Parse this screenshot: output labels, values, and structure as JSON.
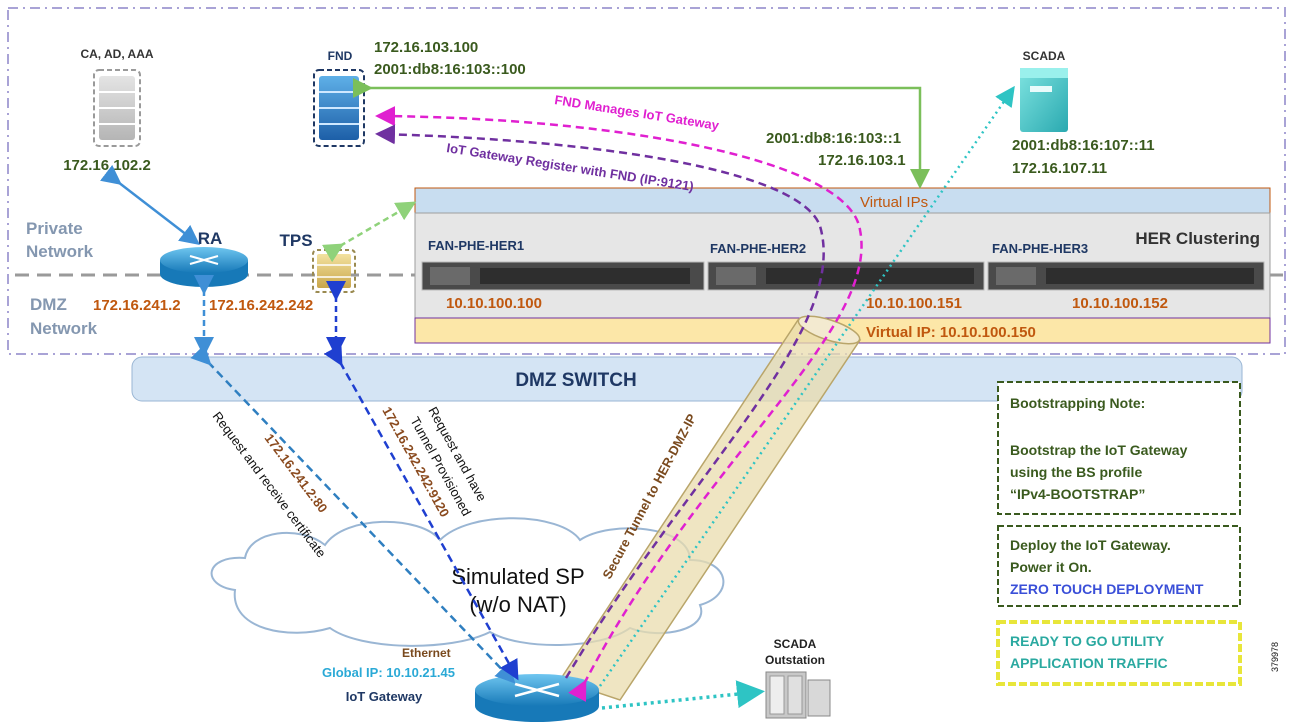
{
  "devices": {
    "ca": "CA, AD, AAA",
    "ca_ip": "172.16.102.2",
    "fnd": "FND",
    "fnd_ipv4": "172.16.103.100",
    "fnd_ipv6": "2001:db8:16:103::100",
    "scada": "SCADA",
    "scada_ipv6": "2001:db8:16:107::11",
    "scada_ipv4": "172.16.107.11",
    "ra": "RA",
    "ra_ip": "172.16.241.2",
    "tps": "TPS",
    "tps_ip": "172.16.242.242",
    "her_ipv6": "2001:db8:16:103::1",
    "her_ipv4": "172.16.103.1",
    "iot_gateway": "IoT Gateway",
    "ethernet": "Ethernet",
    "global_ip": "Global IP: 10.10.21.45",
    "scada_outstation_1": "SCADA",
    "scada_outstation_2": "Outstation"
  },
  "zones": {
    "private_1": "Private",
    "private_2": "Network",
    "dmz_1": "DMZ",
    "dmz_2": "Network"
  },
  "her": {
    "virtual_ips": "Virtual IPs",
    "clustering": "HER Clustering",
    "her1": "FAN-PHE-HER1",
    "her2": "FAN-PHE-HER2",
    "her3": "FAN-PHE-HER3",
    "her1_ip": "10.10.100.100",
    "her2_ip": "10.10.100.151",
    "her3_ip": "10.10.100.152",
    "virtual_ip": "Virtual IP: 10.10.100.150"
  },
  "dmz_switch": "DMZ SWITCH",
  "flows": {
    "fnd_manages": "FND Manages IoT Gateway",
    "register": "IoT Gateway Register with FND (IP:9121)",
    "secure_tunnel": "Secure Tunnel to HER-DMZ-IP",
    "ra_flow_ip": "172.16.241.2:80",
    "ra_flow_text": "Request and receive certificate",
    "tps_flow_ip": "172.16.242.242:9120",
    "tps_flow_text_1": "Request and have",
    "tps_flow_text_2": "Tunnel Provisioned"
  },
  "cloud": {
    "line1": "Simulated SP",
    "line2": "(w/o NAT)"
  },
  "notes": {
    "bootstrap_title": "Bootstrapping Note:",
    "bootstrap_1": "Bootstrap the IoT Gateway",
    "bootstrap_2": "using the BS profile",
    "bootstrap_3": "“IPv4-BOOTSTRAP”",
    "deploy_1": "Deploy the IoT Gateway.",
    "deploy_2": "Power it On.",
    "deploy_3": "ZERO TOUCH DEPLOYMENT",
    "ready_1": "READY TO GO UTILITY",
    "ready_2": "APPLICATION TRAFFIC"
  },
  "figure_id": "379978",
  "colors": {
    "green_label": "#3a5a1e",
    "orange_label": "#c0580f",
    "navy_label": "#1f3864",
    "magenta": "#e020d0",
    "purple": "#7030a0",
    "teal": "#2ec4c4",
    "blue_dash": "#1f3fd0",
    "light_green": "#8fd27a",
    "zone_gray": "#8497b0"
  }
}
